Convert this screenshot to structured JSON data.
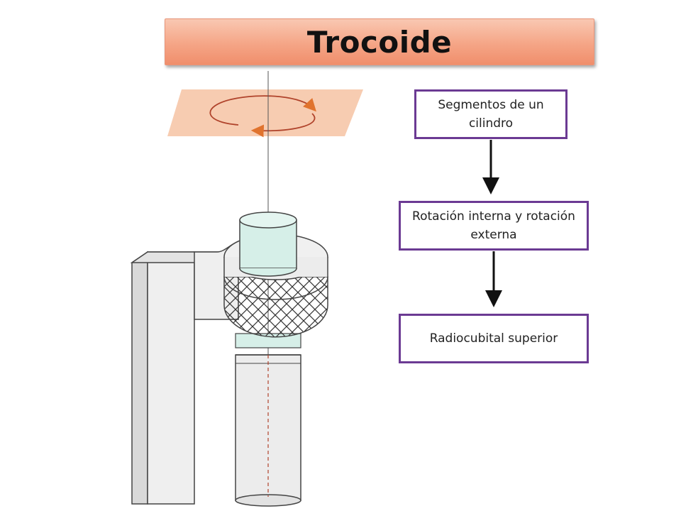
{
  "title": "Trocoide",
  "flow": {
    "step1": "Segmentos de un cilindro",
    "step2": "Rotación interna y rotación externa",
    "step3": "Radiocubital superior"
  },
  "colors": {
    "box_border": "#6b3a93",
    "banner_fill": "#f5a586",
    "plane_fill": "#f6c7a8",
    "cylinder_fill": "#d6efe8"
  },
  "illustration": {
    "subject": "pivot-joint-model"
  }
}
